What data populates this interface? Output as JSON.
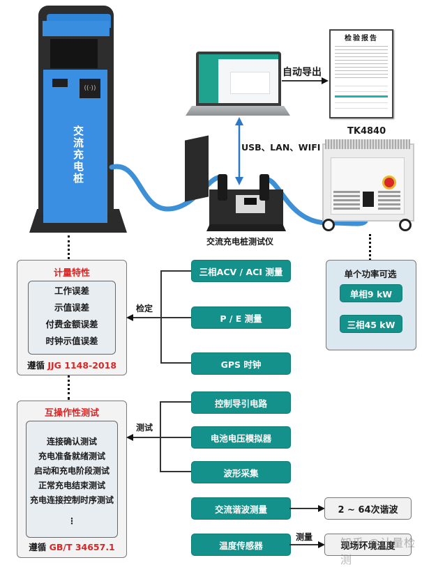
{
  "devices": {
    "charging_pile": {
      "label": "交流充电桩",
      "nfc_icon": "nfc-icon"
    },
    "laptop": {
      "name": "laptop"
    },
    "report": {
      "title": "检验报告"
    },
    "export_label": "自动导出",
    "connection_label": "USB、LAN、WIFI",
    "tester": {
      "label": "交流充电桩测试仪"
    },
    "load": {
      "model": "TK4840"
    }
  },
  "power_options": {
    "title": "单个功率可选",
    "options": [
      "单相9 kW",
      "三相45 kW"
    ]
  },
  "metering": {
    "title": "计量特性",
    "items": [
      "工作误差",
      "示值误差",
      "付费金额误差",
      "时钟示值误差"
    ],
    "standard_prefix": "遵循",
    "standard": "JJG 1148-2018",
    "action_label": "检定",
    "functions": [
      "三相ACV / ACI 测量",
      "P / E 测量",
      "GPS 时钟"
    ]
  },
  "interop": {
    "title": "互操作性测试",
    "items": [
      "连接确认测试",
      "充电准备就绪测试",
      "启动和充电阶段测试",
      "正常充电结束测试",
      "充电连接控制时序测试",
      "⋮"
    ],
    "standard_prefix": "遵循",
    "standard": "GB/T 34657.1",
    "action_label": "测试",
    "functions": [
      "控制导引电路",
      "电池电压模拟器",
      "波形采集"
    ]
  },
  "extras": [
    {
      "function": "交流谐波测量",
      "result": "2 ~ 64次谐波",
      "arrow_label": ""
    },
    {
      "function": "温度传感器",
      "result": "现场环境温度",
      "arrow_label": "测量"
    }
  ],
  "watermark": "知乎 @计量检测",
  "colors": {
    "teal": "#14918a",
    "red": "#d62626",
    "pile_blue": "#3b8fe3",
    "cable_blue": "#3d8fd6"
  }
}
